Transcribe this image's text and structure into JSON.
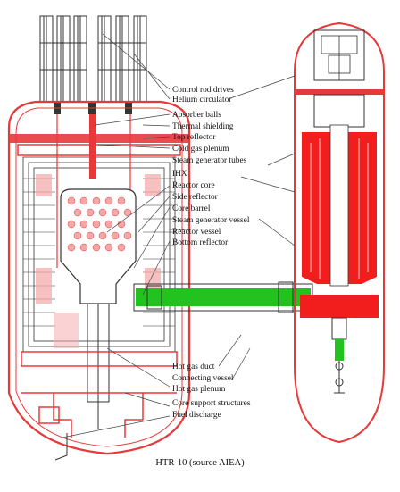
{
  "diagram": {
    "labels": [
      "Control rod drives",
      "Helium circulator",
      "Absorber balls",
      "Thermal shielding",
      "Top reflector",
      "Cold gas plenum",
      "Steam generator tubes",
      "IHX",
      "Reactor core",
      "Side reflector",
      "Core barrel",
      "Steam generator vessel",
      "Reactor vessel",
      "Bottom reflector",
      "Hot gas duct",
      "Connecting vessel",
      "Hot gas plenum",
      "Core support structures",
      "Fuel discharge"
    ],
    "colors": {
      "vessel": "#e8393a",
      "fill": "#f21d1d",
      "duct": "#22c21f",
      "line": "#333333",
      "pink": "#f3a7a7"
    }
  },
  "caption": "HTR-10 (source AIEA)"
}
